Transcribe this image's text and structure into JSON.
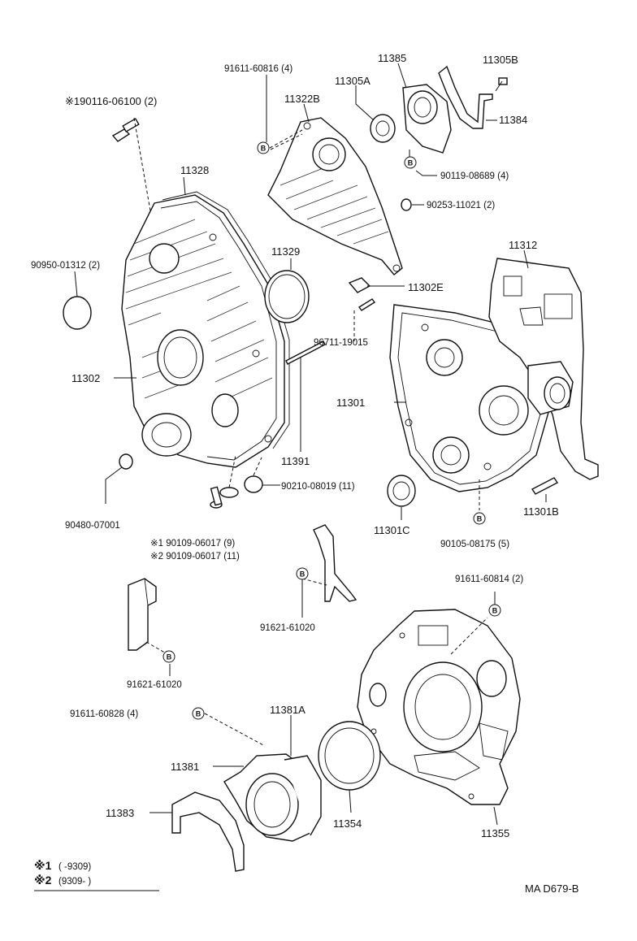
{
  "diagram": {
    "labels": {
      "p_11385": "11385",
      "p_11305B": "11305B",
      "p_91611_60816": "91611-60816 (4)",
      "p_11305A": "11305A",
      "p_190116_06100": "※190116-06100 (2)",
      "p_11322B": "11322B",
      "p_11384": "11384",
      "p_11328": "11328",
      "p_90119_08689": "90119-08689 (4)",
      "p_90253_11021": "90253-11021 (2)",
      "p_11329": "11329",
      "p_11312": "11312",
      "p_90950_01312": "90950-01312 (2)",
      "p_11302E": "11302E",
      "p_96711_19015": "96711-19015",
      "p_11302": "11302",
      "p_11301": "11301",
      "p_11391": "11391",
      "p_90210_08019": "90210-08019 (11)",
      "p_90480_07001": "90480-07001",
      "p_11301C": "11301C",
      "p_11301B": "11301B",
      "p_90105_08175": "90105-08175 (5)",
      "p_190109_a": "※1 90109-06017 (9)",
      "p_290109_b": "※2 90109-06017 (11)",
      "p_91611_60814": "91611-60814 (2)",
      "p_91621_61020_a": "91621-61020",
      "p_91621_61020_b": "91621-61020",
      "p_91611_60828": "91611-60828 (4)",
      "p_11381A": "11381A",
      "p_11381": "11381",
      "p_11383": "11383",
      "p_11354": "11354",
      "p_11355": "11355"
    },
    "bolt_marker": "B",
    "notes": {
      "note1_mark": "※1",
      "note1_text": "(        -9309)",
      "note2_mark": "※2",
      "note2_text": "(9309-        )"
    },
    "drawing_code": "MA D679-B"
  }
}
